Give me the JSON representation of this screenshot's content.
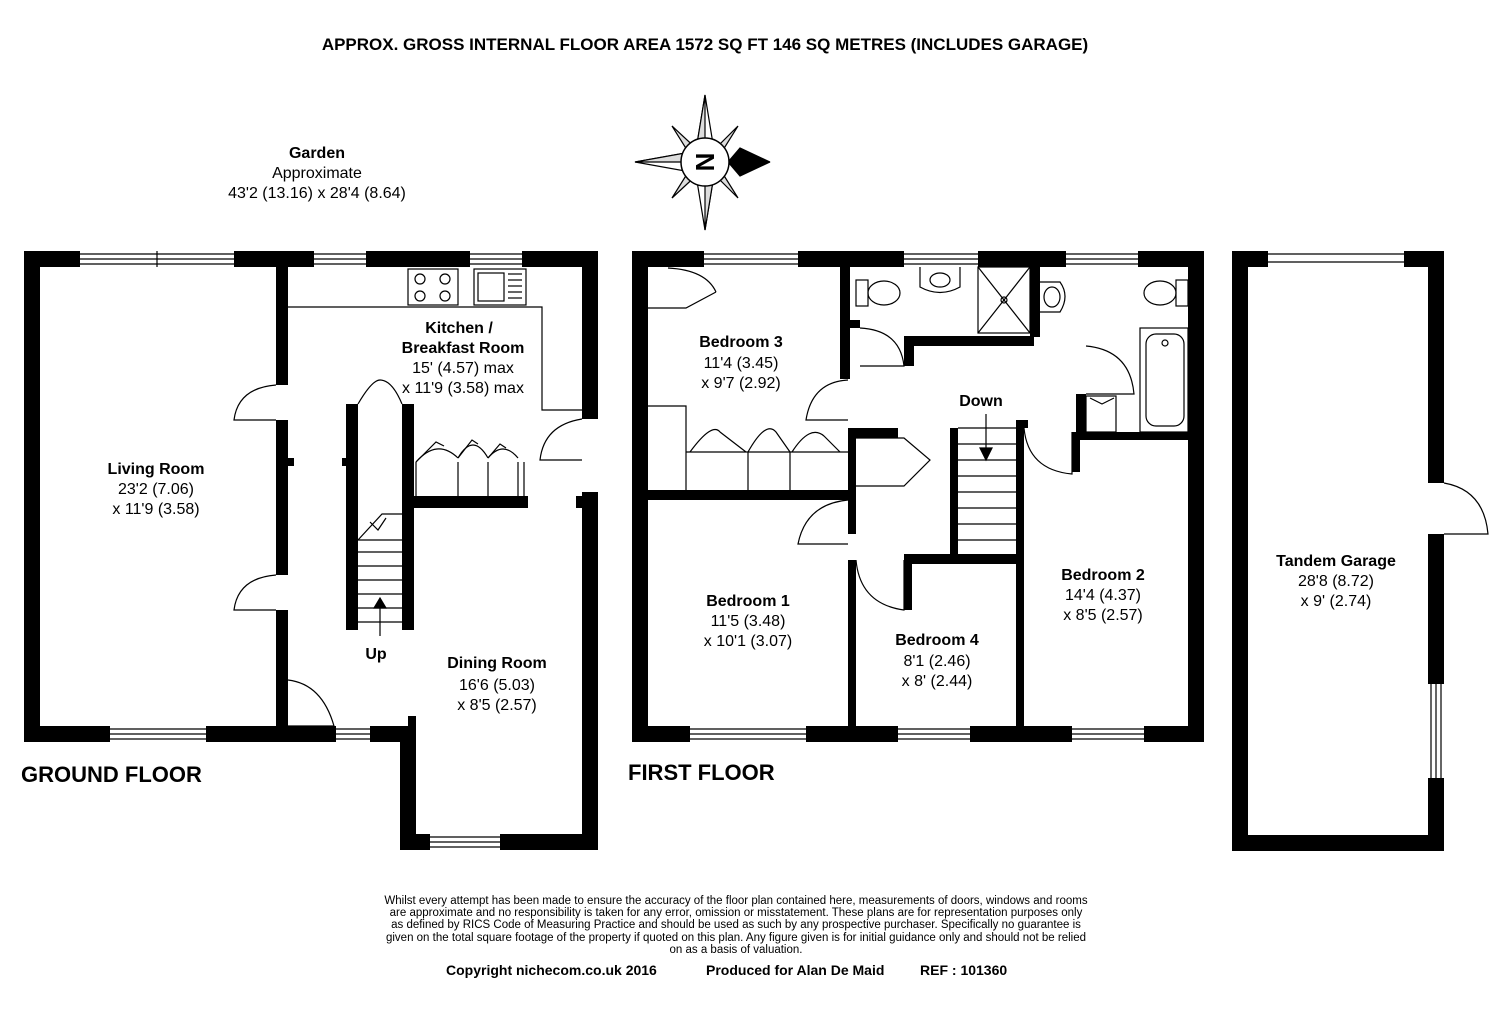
{
  "header": {
    "title": "APPROX. GROSS INTERNAL FLOOR AREA 1572 SQ FT 146 SQ METRES (INCLUDES GARAGE)"
  },
  "compass": {
    "label": "N"
  },
  "garden": {
    "name": "Garden",
    "note": "Approximate",
    "size": "43'2 (13.16) x 28'4 (8.64)"
  },
  "ground_floor": {
    "label": "GROUND FLOOR",
    "rooms": {
      "living": {
        "name": "Living Room",
        "dim1": "23'2 (7.06)",
        "dim2": "x 11'9 (3.58)"
      },
      "kitchen": {
        "name1": "Kitchen /",
        "name2": "Breakfast Room",
        "dim1": "15' (4.57) max",
        "dim2": "x 11'9 (3.58) max"
      },
      "dining": {
        "name": "Dining Room",
        "dim1": "16'6 (5.03)",
        "dim2": "x 8'5 (2.57)"
      }
    },
    "stairs_label": "Up"
  },
  "first_floor": {
    "label": "FIRST FLOOR",
    "rooms": {
      "bedroom3": {
        "name": "Bedroom 3",
        "dim1": "11'4 (3.45)",
        "dim2": "x 9'7 (2.92)"
      },
      "bedroom1": {
        "name": "Bedroom 1",
        "dim1": "11'5 (3.48)",
        "dim2": "x 10'1 (3.07)"
      },
      "bedroom4": {
        "name": "Bedroom 4",
        "dim1": "8'1 (2.46)",
        "dim2": "x 8' (2.44)"
      },
      "bedroom2": {
        "name": "Bedroom 2",
        "dim1": "14'4 (4.37)",
        "dim2": "x 8'5 (2.57)"
      }
    },
    "stairs_label": "Down"
  },
  "garage": {
    "name": "Tandem Garage",
    "dim1": "28'8 (8.72)",
    "dim2": "x 9' (2.74)"
  },
  "disclaimer": {
    "lines": [
      "Whilst every attempt has been made to ensure the accuracy of the floor plan contained here, measurements of doors, windows and rooms",
      "are approximate and no responsibility is taken for any error, omission or misstatement. These plans are for representation purposes only",
      "as defined by RICS Code of Measuring Practice and should be used as such by any prospective purchaser.  Specifically no guarantee is",
      "given on the total square footage of the property if quoted on this plan. Any figure given is for initial guidance only and should not be relied",
      "on as a basis of valuation."
    ]
  },
  "footer": {
    "copyright": "Copyright nichecom.co.uk 2016",
    "produced": "Produced for Alan De Maid",
    "ref": "REF :  101360"
  }
}
